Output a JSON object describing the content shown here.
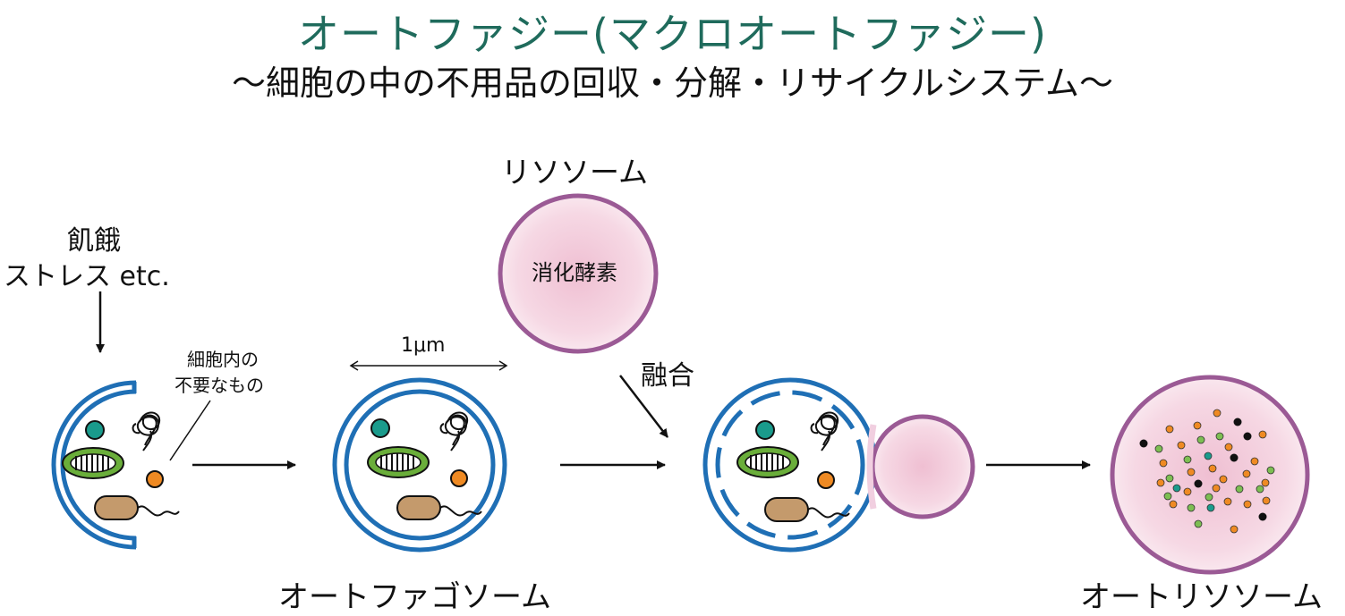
{
  "title": "オートファジー(マクロオートファジー)",
  "subtitle": "〜細胞の中の不用品の回収・分解・リサイクルシステム〜",
  "labels": {
    "lysosome": "リソソーム",
    "digestive_enzyme": "消化酵素",
    "stress_line1": "飢餓",
    "stress_line2": "ストレス  etc.",
    "waste_line1": "細胞内の",
    "waste_line2": "不要なもの",
    "scale": "1μm",
    "fusion": "融合",
    "autophagosome": "オートファゴソーム",
    "autolysosome": "オートリソソーム"
  },
  "colors": {
    "title": "#1f6b5c",
    "membrane": "#1f6fb5",
    "lysosome_border": "#9b5a95",
    "lysosome_fill": "#f3cfdd",
    "mitochondria": "#6aae3a",
    "teal_granule": "#1a9b8c",
    "orange_granule": "#ef8a23",
    "bacterium": "#c49a6c"
  }
}
